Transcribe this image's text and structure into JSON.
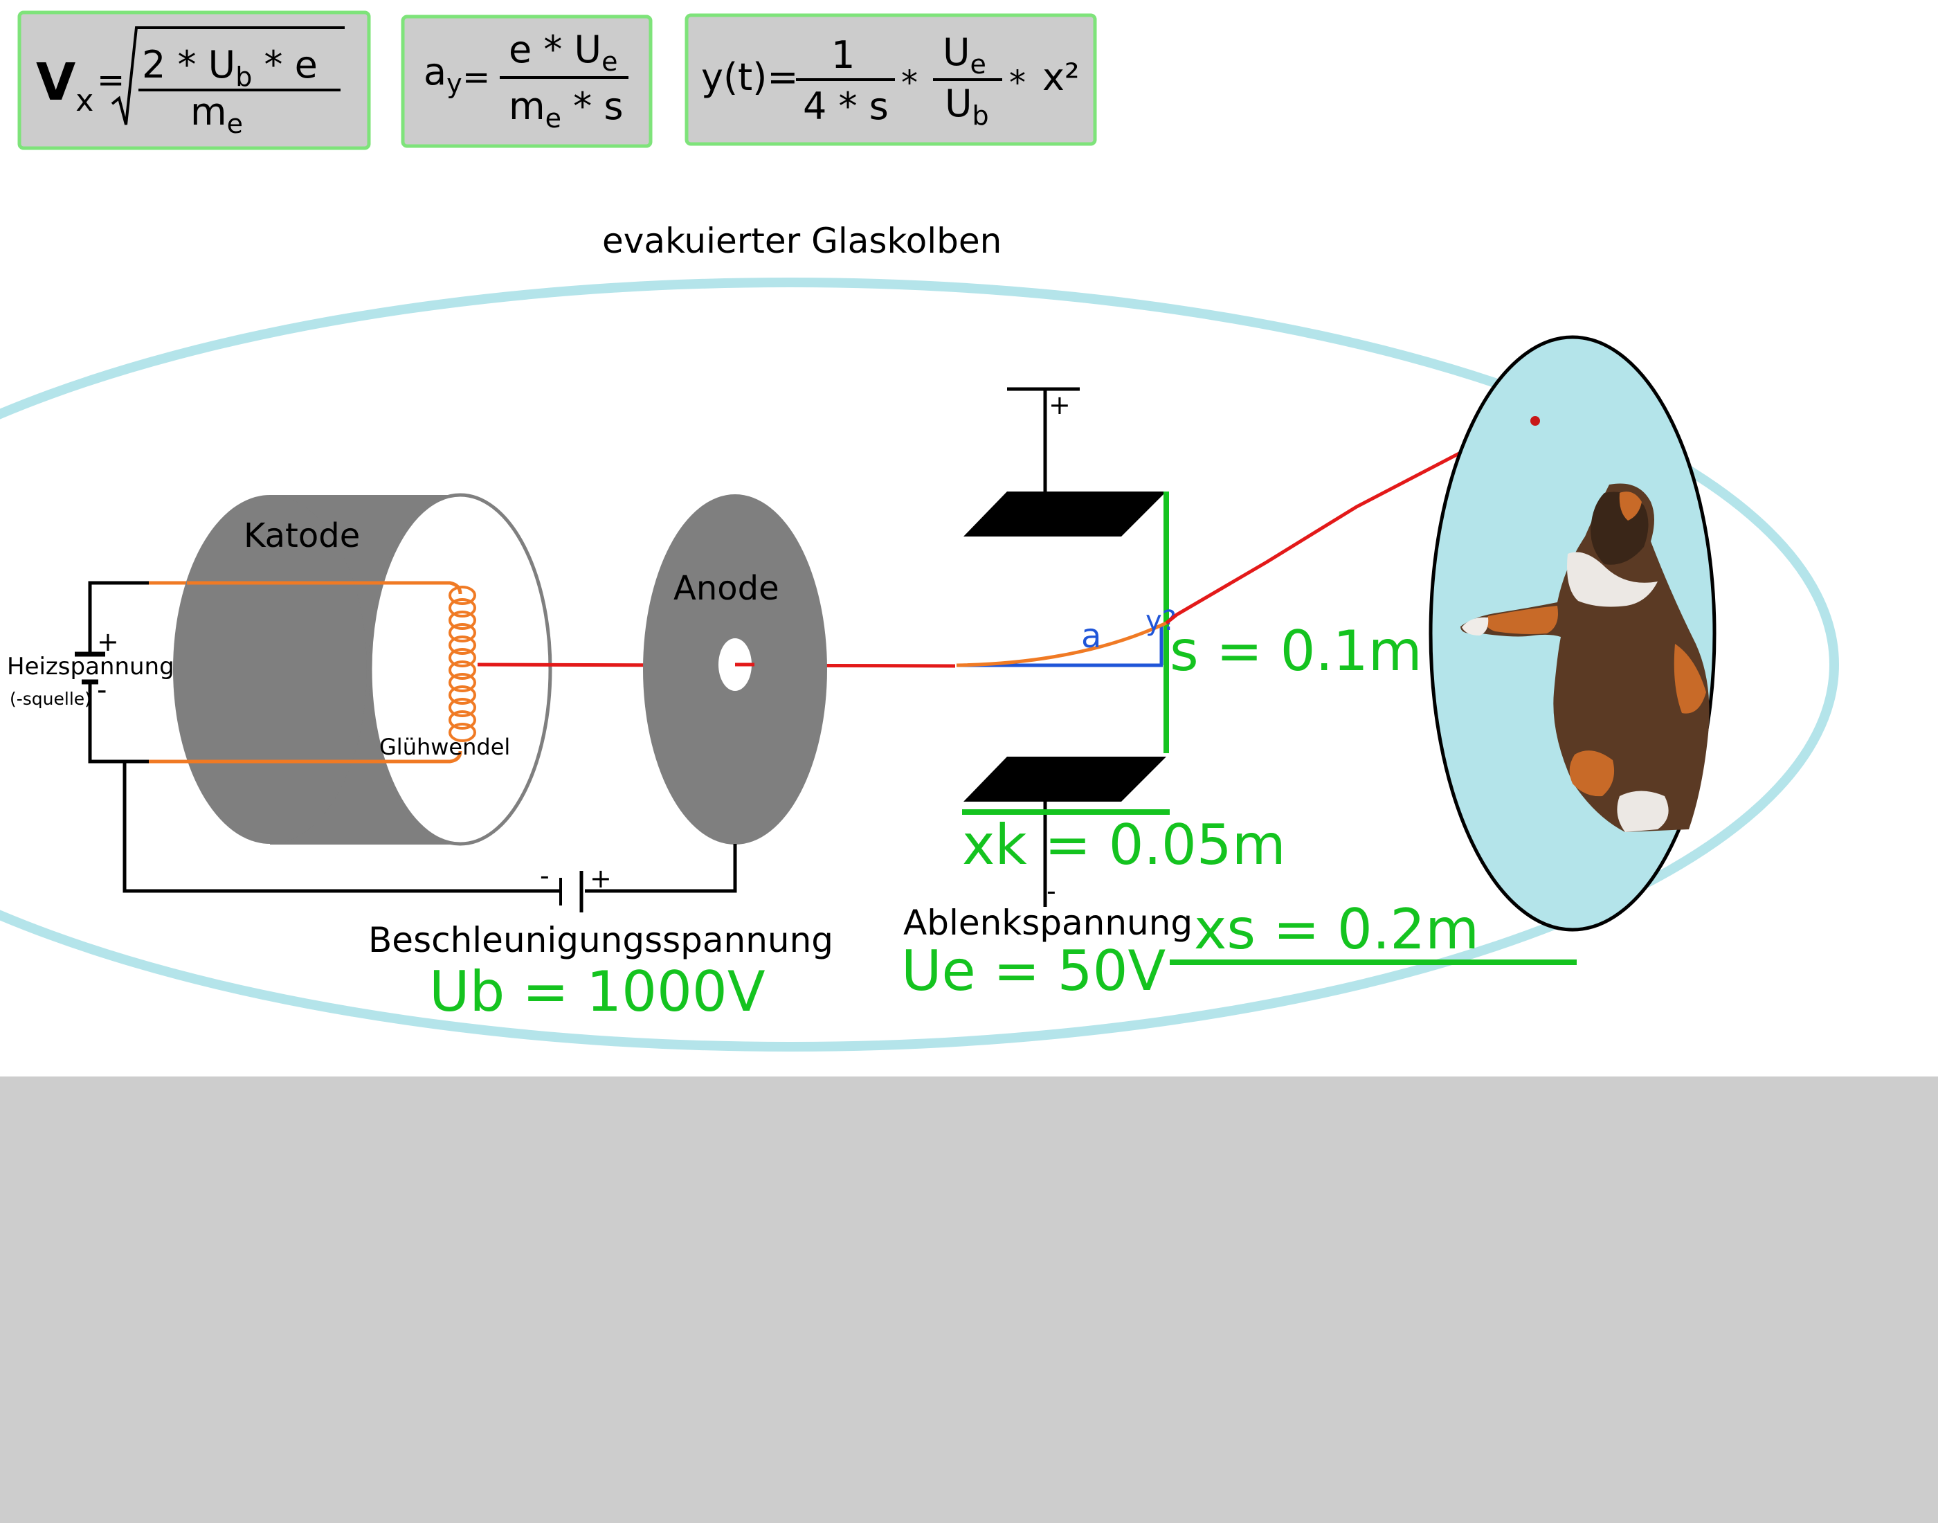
{
  "formulas": {
    "vx": {
      "lhs_main": "V",
      "lhs_sub": "x",
      "eq": "=",
      "num_a": "2 * U",
      "num_sub": "b",
      "num_b": " * e",
      "den": "m",
      "den_sub": "e"
    },
    "ay": {
      "lhs_main": "a",
      "lhs_sub": "y",
      "eq": "=",
      "num": "e * U",
      "num_sub": "e",
      "den_a": "m",
      "den_sub": "e",
      "den_b": " * s"
    },
    "yt": {
      "lhs": "y(t)=",
      "frac1_num": "1",
      "frac1_den": "4 * s",
      "op1": "*",
      "num2_main": "U",
      "num2_sub": "e",
      "den2_main": "U",
      "den2_sub": "b",
      "op2": "*",
      "tail": "x²"
    }
  },
  "labels": {
    "glass_bulb": "evakuierter Glaskolben",
    "cathode": "Katode",
    "anode": "Anode",
    "filament": "Glühwendel",
    "heating_voltage": "Heizspannung",
    "heating_source": "(-squelle)",
    "accel_voltage": "Beschleunigungsspannung",
    "deflect_voltage": "Ablenkspannung",
    "a_label": "a",
    "y_label": "y?",
    "plus": "+",
    "minus": "-"
  },
  "values": {
    "ub": "Ub = 1000V",
    "ue": "Ue = 50V",
    "s": "s = 0.1m",
    "xk": "xk = 0.05m",
    "xs": "xs = 0.2m"
  },
  "colors": {
    "formula_box_fill": "#cccccc",
    "formula_box_border": "#7ee37a",
    "bulb_outline": "#b4e4ea",
    "screen_fill": "#b4e4ea",
    "metal": "#7f7f7f",
    "beam": "#e31919",
    "wire": "#f07a24",
    "value_green": "#14c31f",
    "blue": "#1f55d8",
    "dot": "#c81818"
  }
}
